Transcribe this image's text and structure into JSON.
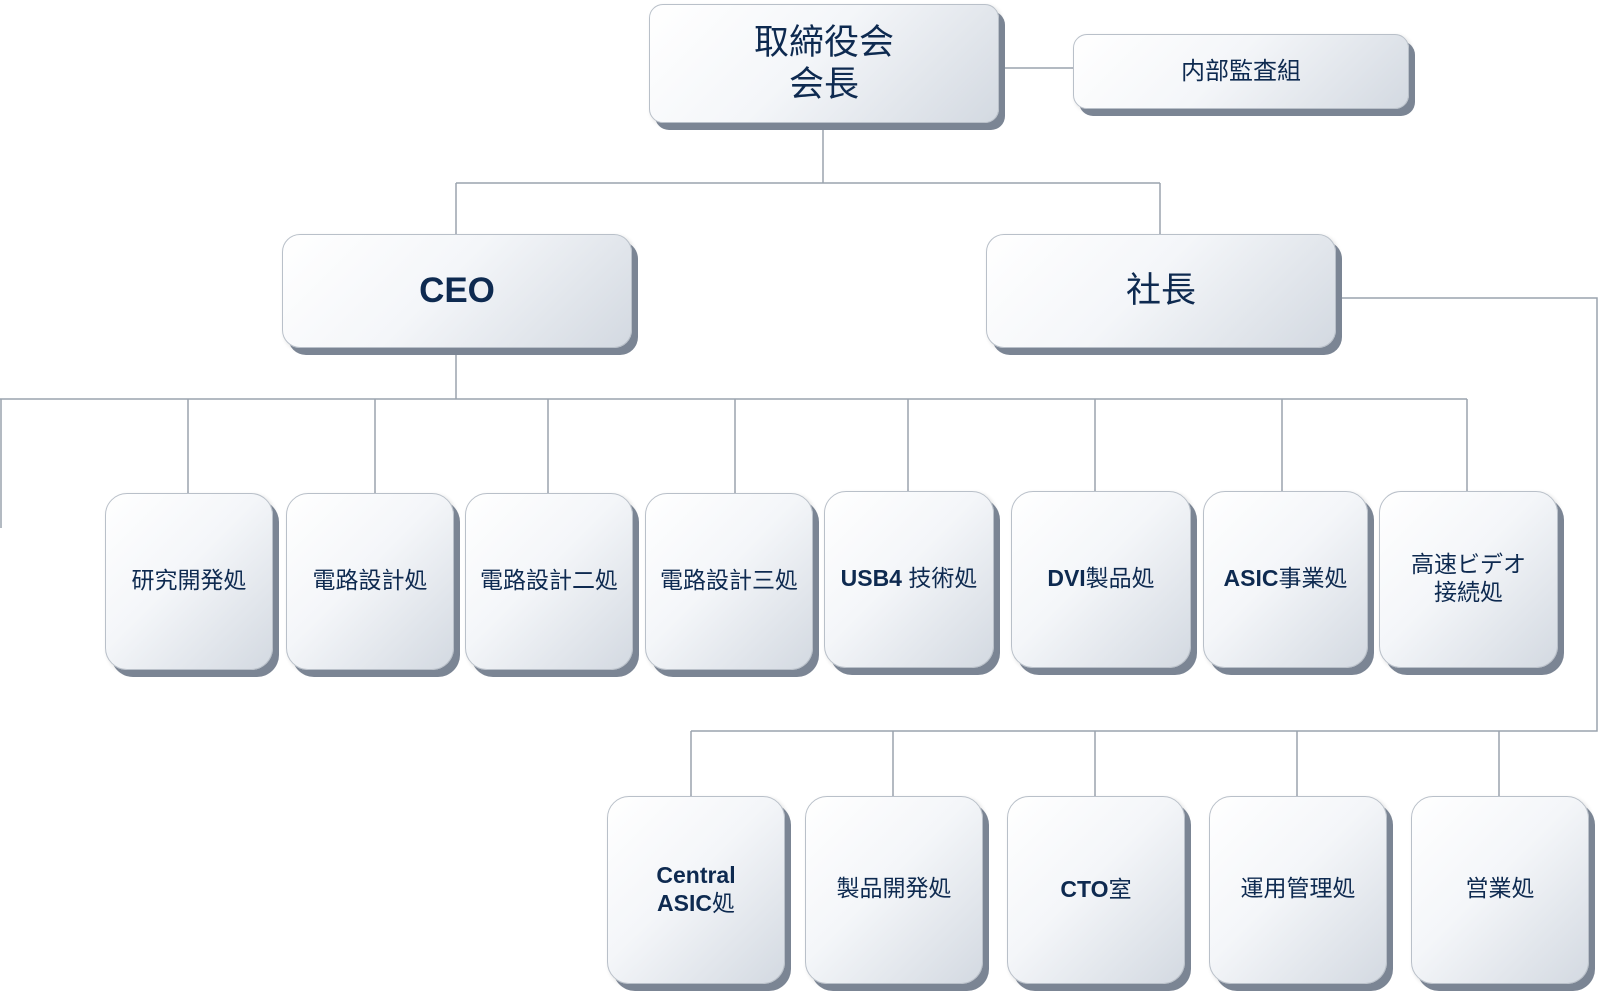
{
  "board": {
    "line1": "取締役会",
    "line2": "会長"
  },
  "audit": "内部監査組",
  "ceo": "CEO",
  "president": "社長",
  "ceo_departments": [
    {
      "jp": "研究開発処"
    },
    {
      "jp": "電路設計処"
    },
    {
      "jp": "電路設計二処"
    },
    {
      "jp": "電路設計三処"
    },
    {
      "latin": "USB4 ",
      "jp": "技術処"
    },
    {
      "latin": "DVI",
      "jp": "製品処"
    },
    {
      "latin": "ASIC",
      "jp": "事業処"
    },
    {
      "jp": "高速ビデオ",
      "jp2": "接続処"
    }
  ],
  "president_departments": [
    {
      "latin": "Central",
      "latin2": "ASIC",
      "jp": "処"
    },
    {
      "jp": "製品開発処"
    },
    {
      "latin": "CTO",
      "jp": "室"
    },
    {
      "jp": "運用管理処"
    },
    {
      "jp": "営業処"
    }
  ],
  "colors": {
    "text": "#0e2a50",
    "connector": "#9aa3ae",
    "shadow": "#7b8594"
  }
}
